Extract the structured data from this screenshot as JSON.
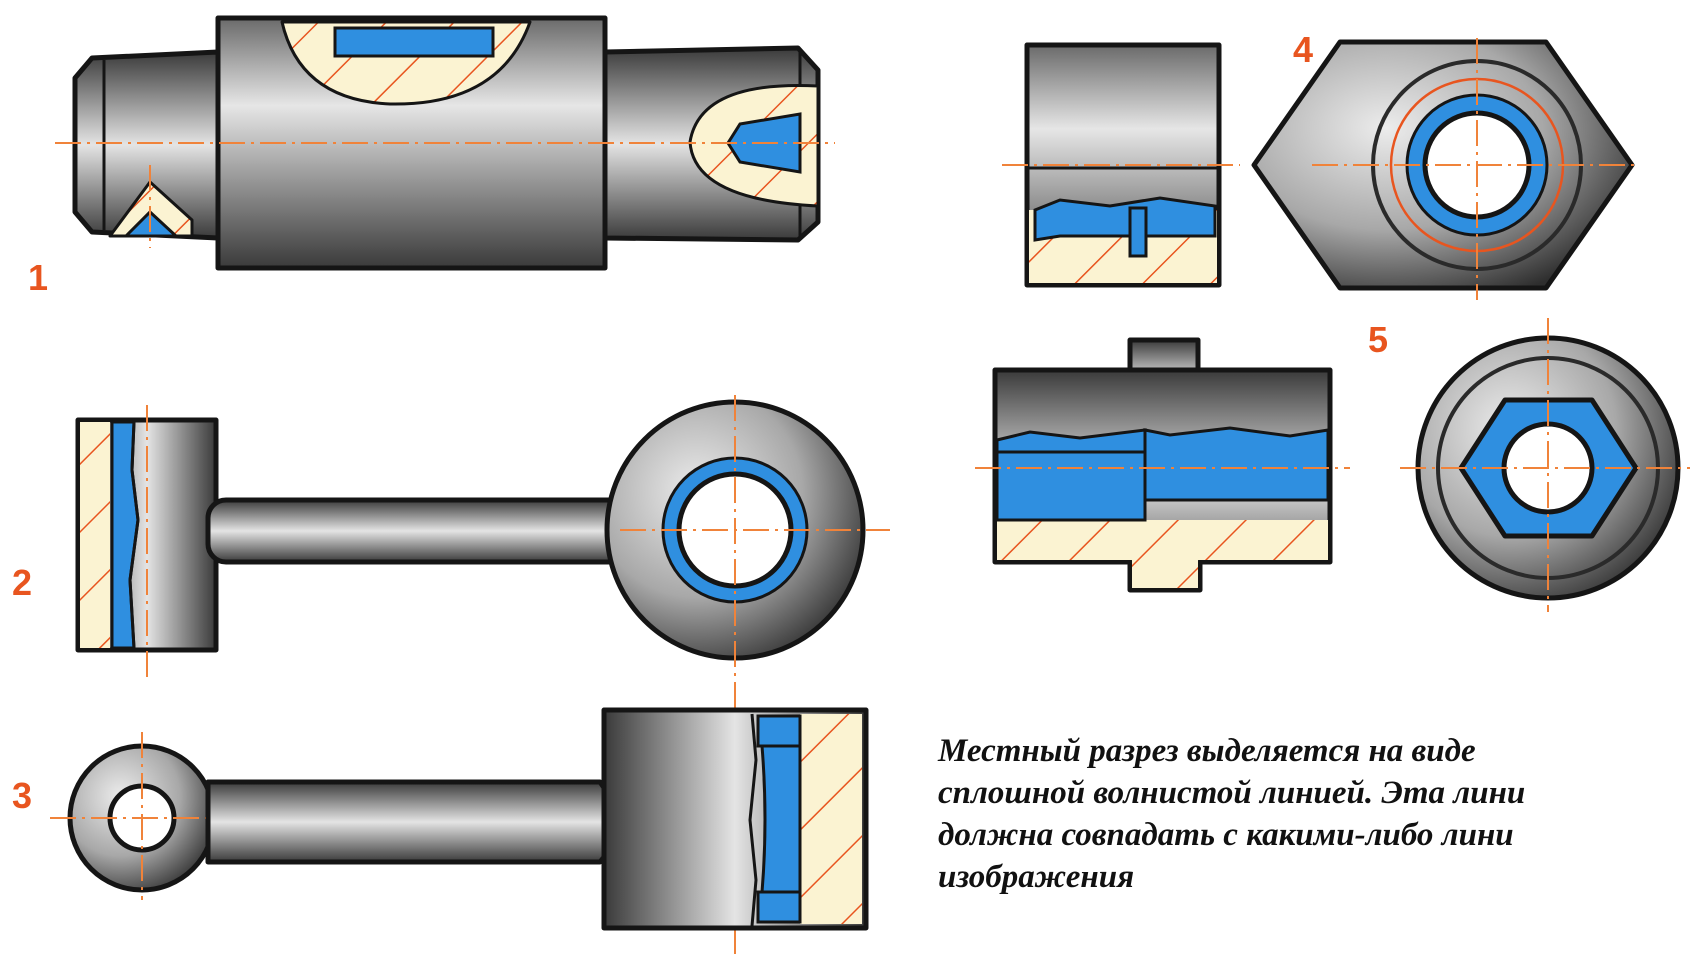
{
  "labels": {
    "n1": "1",
    "n2": "2",
    "n3": "3",
    "n4": "4",
    "n5": "5"
  },
  "caption": "Местный разрез выделяется на виде\nсплошной волнистой линией. Эта лини\nдолжна совпадать с какими-либо лини\nизображения",
  "colors": {
    "metal_dark": "#3c3c3c",
    "metal_light": "#e2e2e2",
    "section_fill": "#fbf3d2",
    "hatch_line": "#e8551f",
    "cavity_blue": "#2f8fe0",
    "label_orange": "#e8551f"
  }
}
